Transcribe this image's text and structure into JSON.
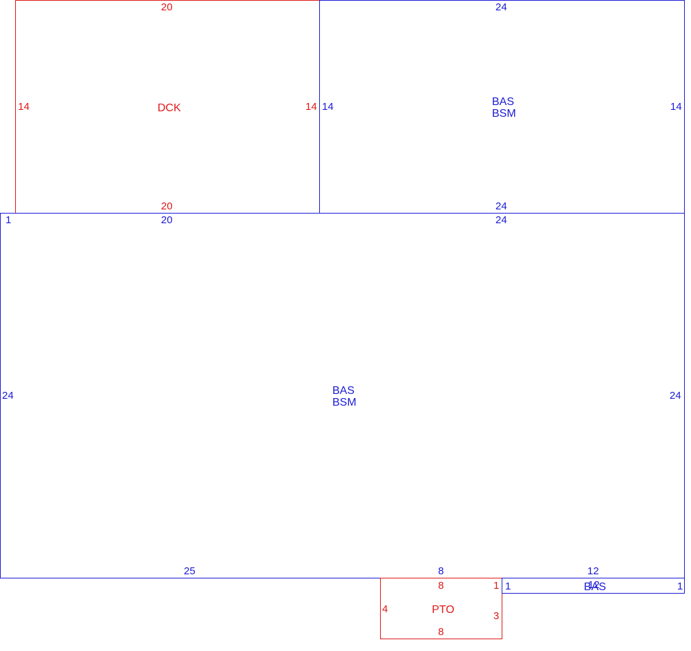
{
  "deck": {
    "code": "DCK",
    "top": "20",
    "bottom": "20",
    "left": "14",
    "right": "14",
    "color": "#e01818"
  },
  "upper_basement": {
    "code1": "BAS",
    "code2": "BSM",
    "top": "24",
    "bottom": "24",
    "left": "14",
    "right": "14",
    "color": "#1a1ad6"
  },
  "main_basement": {
    "code1": "BAS",
    "code2": "BSM",
    "top_left": "20",
    "top_right": "24",
    "corner": "1",
    "left": "24",
    "right": "24",
    "bottom_left": "25",
    "bottom_mid": "8",
    "bottom_right": "12",
    "color": "#1a1ad6"
  },
  "porch": {
    "code": "PTO",
    "top": "8",
    "bottom": "8",
    "left": "4",
    "right": "3",
    "corner": "1",
    "color": "#e01818"
  },
  "strip": {
    "code": "BAS",
    "top": "12",
    "left": "1",
    "right": "1",
    "color": "#1a1ad6"
  }
}
